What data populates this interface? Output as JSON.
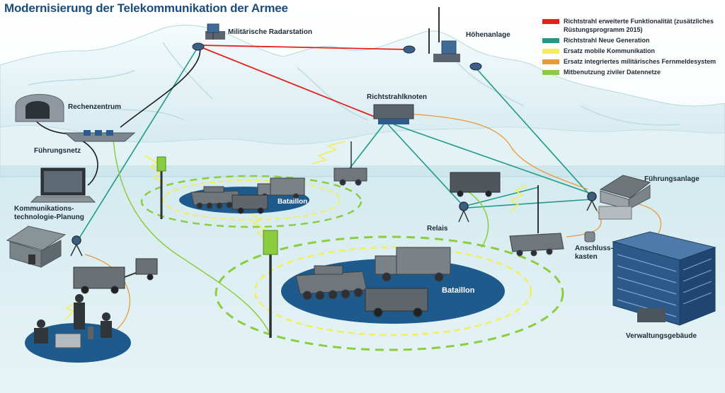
{
  "title": "Modernisierung der Telekommunikation der Armee",
  "colors": {
    "red": "#e3201b",
    "teal": "#1e9a86",
    "yellow": "#f3ee5a",
    "orange": "#e89a3a",
    "green": "#8ccc3f",
    "title": "#1c4d7a",
    "platform": "#1e5a8c",
    "building_blue": "#2b5a8a"
  },
  "legend": [
    {
      "key": "red",
      "text": "Richtstrahl erweiterte Funktionalität (zusätzliches Rüstungsprogramm 2015)"
    },
    {
      "key": "teal",
      "text": "Richtstrahl Neue Generation"
    },
    {
      "key": "yellow",
      "text": "Ersatz mobile Kommunikation"
    },
    {
      "key": "orange",
      "text": "Ersatz integriertes militärisches Fernmeldesystem"
    },
    {
      "key": "green",
      "text": "Mitbenutzung ziviler Datennetze"
    }
  ],
  "labels": {
    "radar": "Militärische Radarstation",
    "hoehen": "Höhenanlage",
    "rechen": "Rechenzentrum",
    "knoten": "Richtstrahlknoten",
    "fuehrungsnetz": "Führungsnetz",
    "planung": "Kommunikations-technologie-Planung",
    "bataillon_small": "Bataillon",
    "bataillon_big": "Bataillon",
    "relais": "Relais",
    "fuehrungsanlage": "Führungsanlage",
    "anschluss": "Anschluss-kasten",
    "verwaltung": "Verwaltungsgebäude"
  },
  "icons": [
    "radar-dish-icon",
    "antenna-mast-icon",
    "bunker-icon",
    "router-icon",
    "laptop-icon",
    "house-icon",
    "tank-icon",
    "truck-icon",
    "jeep-icon",
    "soldier-icon",
    "office-building-icon",
    "tripod-relay-icon"
  ]
}
